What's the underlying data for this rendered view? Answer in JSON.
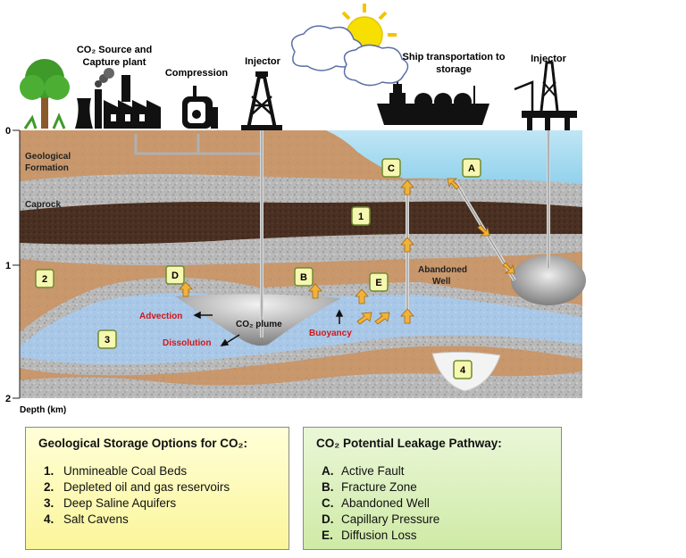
{
  "labels": {
    "co2_source": [
      "CO₂ Source and",
      "Capture plant"
    ],
    "compression": "Compression",
    "injector_left": "Injector",
    "ship": [
      "Ship transportation to",
      "storage"
    ],
    "injector_right": "Injector",
    "geological_formation": [
      "Geological",
      "Formation"
    ],
    "caprock": "Caprock",
    "abandoned_well": [
      "Abandoned",
      "Well"
    ],
    "advection": "Advection",
    "dissolution": "Dissolution",
    "co2_plume": "CO₂ plume",
    "buoyancy": "Buoyancy"
  },
  "markers": {
    "m1": "1",
    "m2": "2",
    "m3": "3",
    "m4": "4",
    "A": "A",
    "B": "B",
    "C": "C",
    "D": "D",
    "E": "E"
  },
  "depth_axis": {
    "ticks": [
      "0",
      "1",
      "2"
    ],
    "label": "Depth (km)"
  },
  "colors": {
    "red_text": "#d01818",
    "marker_fill": "#f6f7b0",
    "marker_stroke": "#6f8a2e",
    "arrow_fill": "#f3b236"
  },
  "storage_options": {
    "title": "Geological Storage Options for CO₂:",
    "items": [
      {
        "key": "1.",
        "text": "Unmineable Coal Beds"
      },
      {
        "key": "2.",
        "text": "Depleted oil and gas reservoirs"
      },
      {
        "key": "3.",
        "text": "Deep Saline Aquifers"
      },
      {
        "key": "4.",
        "text": "Salt Cavens"
      }
    ]
  },
  "leakage": {
    "title": "CO₂ Potential Leakage Pathway:",
    "items": [
      {
        "key": "A.",
        "text": "Active Fault"
      },
      {
        "key": "B.",
        "text": "Fracture Zone"
      },
      {
        "key": "C.",
        "text": "Abandoned Well"
      },
      {
        "key": "D.",
        "text": "Capillary Pressure"
      },
      {
        "key": "E.",
        "text": "Diffusion Loss"
      }
    ]
  }
}
